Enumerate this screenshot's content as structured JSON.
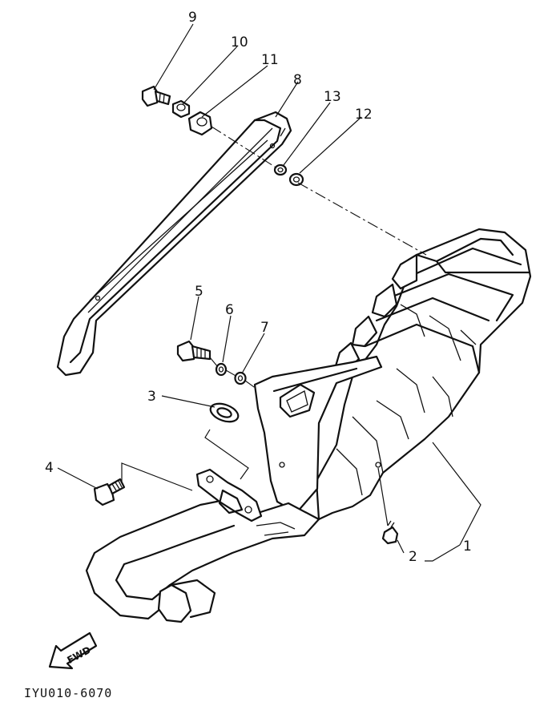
{
  "parts": [
    {
      "id": "p1",
      "label": "1"
    },
    {
      "id": "p2",
      "label": "2"
    },
    {
      "id": "p3",
      "label": "3"
    },
    {
      "id": "p4",
      "label": "4"
    },
    {
      "id": "p5",
      "label": "5"
    },
    {
      "id": "p6",
      "label": "6"
    },
    {
      "id": "p7",
      "label": "7"
    },
    {
      "id": "p8",
      "label": "8"
    },
    {
      "id": "p9",
      "label": "9"
    },
    {
      "id": "p10",
      "label": "10"
    },
    {
      "id": "p11",
      "label": "11"
    },
    {
      "id": "p12",
      "label": "12"
    },
    {
      "id": "p13",
      "label": "13"
    }
  ],
  "fwd_label": "FWD",
  "reference_code": "IYU010-6070"
}
